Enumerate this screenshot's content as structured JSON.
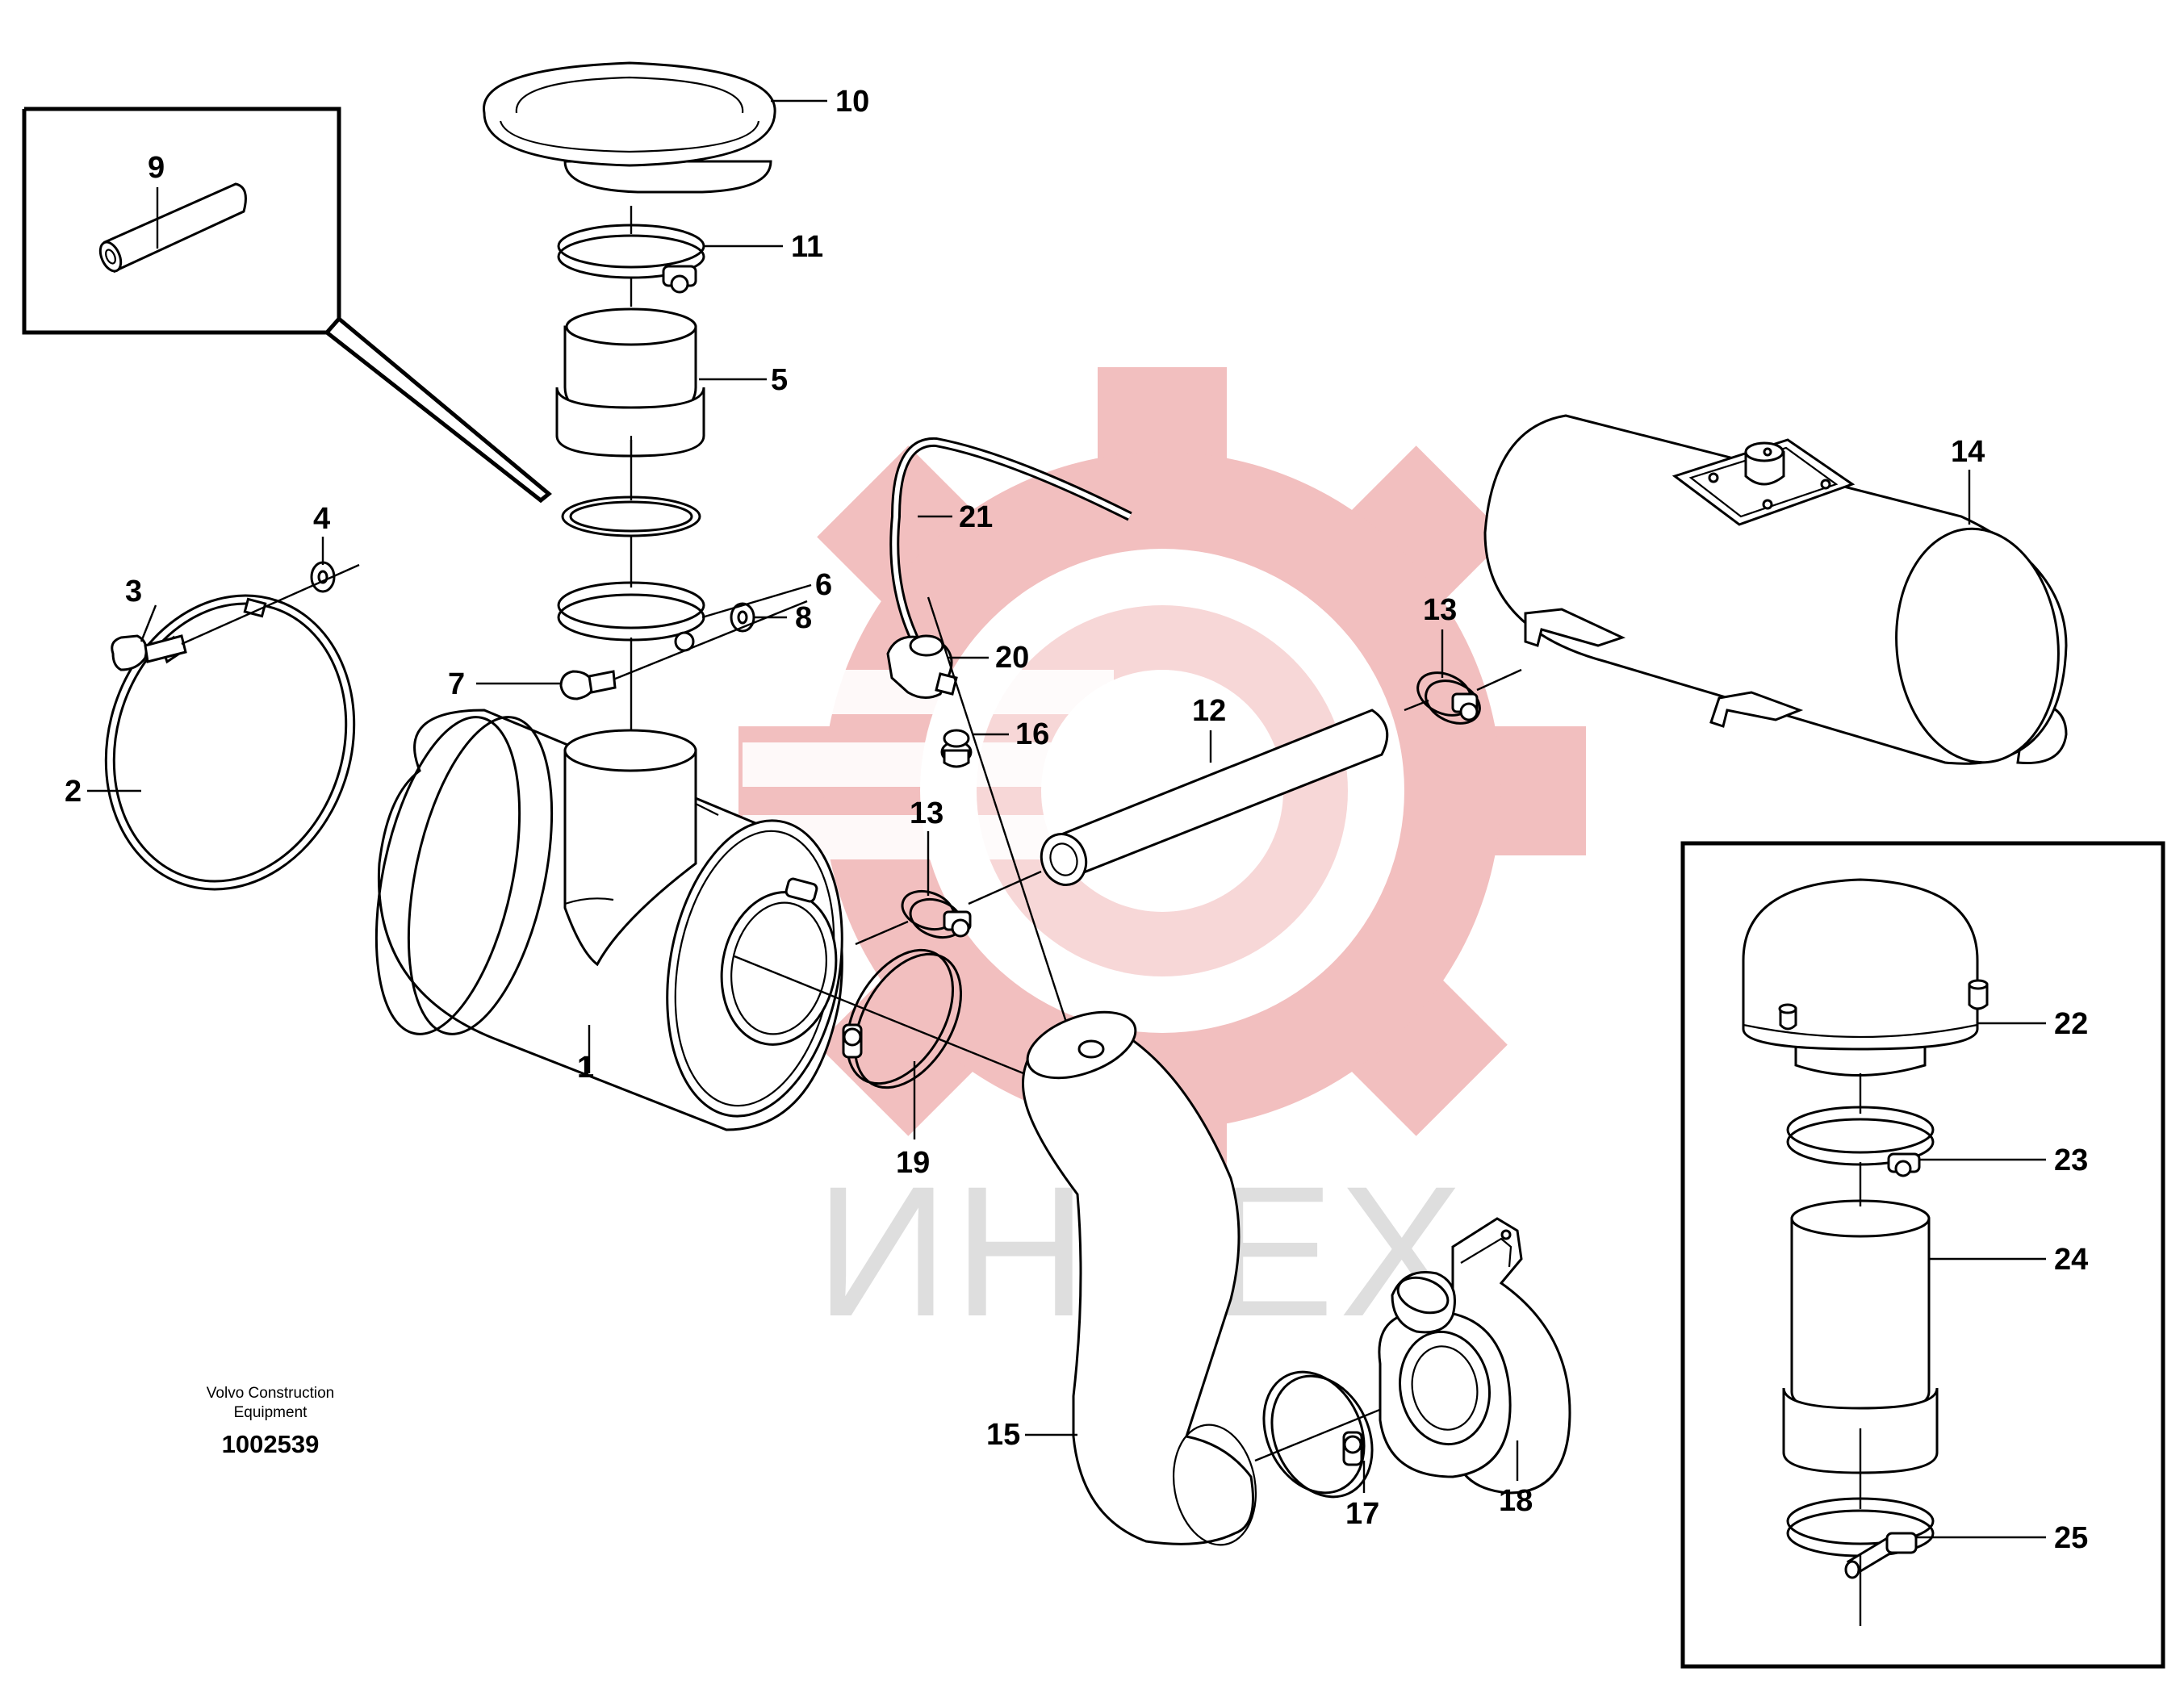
{
  "diagram": {
    "credit_line1": "Volvo Construction",
    "credit_line2": "Equipment",
    "doc_number": "1002539",
    "watermark_text": "ИНТЕХ",
    "watermark_color": "#f0b4b4",
    "callouts": [
      "1",
      "2",
      "3",
      "4",
      "5",
      "6",
      "7",
      "8",
      "9",
      "10",
      "11",
      "12",
      "13",
      "13",
      "14",
      "15",
      "16",
      "17",
      "18",
      "19",
      "20",
      "21",
      "22",
      "23",
      "24",
      "25"
    ]
  }
}
